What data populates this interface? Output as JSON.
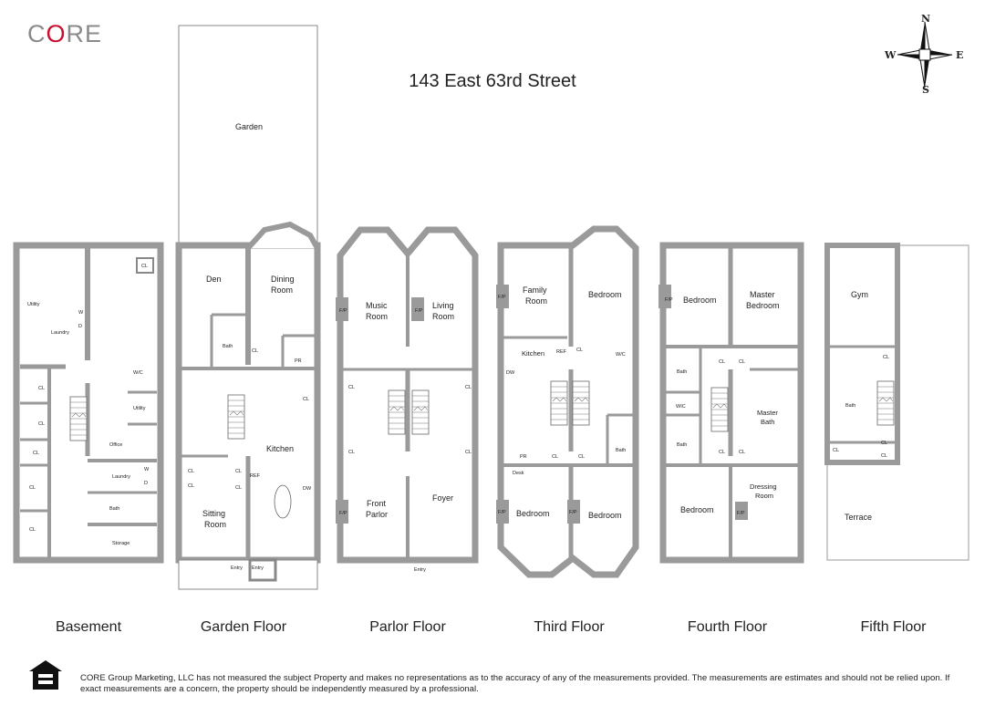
{
  "logo": {
    "prefix": "C",
    "accent": "O",
    "suffix": "RE",
    "color": "#8a8a8a",
    "accent_color": "#c8102e"
  },
  "title": "143 East 63rd Street",
  "compass": {
    "north": "N",
    "south": "S",
    "east": "E",
    "west": "W"
  },
  "floors": [
    {
      "name": "Basement",
      "rooms": {
        "utility": "Utility",
        "laundry1": "Laundry",
        "w1": "W",
        "d1": "D",
        "cl_top": "CL",
        "wic": "W/C",
        "utility2": "Utility",
        "office": "Office",
        "laundry2": "Laundry",
        "w2": "W",
        "d2": "D",
        "bath": "Bath",
        "storage": "Storage",
        "cl": "CL"
      }
    },
    {
      "name": "Garden Floor",
      "rooms": {
        "garden": "Garden",
        "den": "Den",
        "dining": "Dining",
        "dining2": "Room",
        "bath": "Bath",
        "cl": "CL",
        "pr": "PR",
        "kitchen": "Kitchen",
        "ref": "REF",
        "dw": "DW",
        "sitting": "Sitting",
        "sitting2": "Room",
        "entry": "Entry"
      }
    },
    {
      "name": "Parlor Floor",
      "rooms": {
        "music": "Music",
        "music2": "Room",
        "living": "Living",
        "living2": "Room",
        "fp": "F/P",
        "cl": "CL",
        "front": "Front",
        "front2": "Parlor",
        "foyer": "Foyer",
        "entry": "Entry"
      }
    },
    {
      "name": "Third Floor",
      "rooms": {
        "family": "Family",
        "family2": "Room",
        "bedroom": "Bedroom",
        "kitchen": "Kitchen",
        "ref": "REF",
        "cl": "CL",
        "wc": "W/C",
        "dw": "DW",
        "pr": "PR",
        "bath": "Bath",
        "desk": "Desk",
        "fp": "F/P"
      }
    },
    {
      "name": "Fourth Floor",
      "rooms": {
        "bedroom": "Bedroom",
        "master": "Master",
        "master2": "Bedroom",
        "fp": "F/P",
        "bath": "Bath",
        "cl": "CL",
        "wic": "WIC",
        "masterbath": "Master",
        "masterbath2": "Bath",
        "dressing": "Dressing",
        "dressing2": "Room"
      }
    },
    {
      "name": "Fifth Floor",
      "rooms": {
        "gym": "Gym",
        "cl": "CL",
        "bath": "Bath",
        "terrace": "Terrace"
      }
    }
  ],
  "disclaimer": "CORE Group Marketing, LLC has not measured the subject Property and makes no representations as to the accuracy of any of the measurements provided. The measurements are estimates and should not be relied upon. If exact measurements are a concern, the property should be independently measured by a professional.",
  "colors": {
    "wall": "#9a9a9a",
    "wall_dark": "#7f7f7f",
    "line": "#555555"
  }
}
